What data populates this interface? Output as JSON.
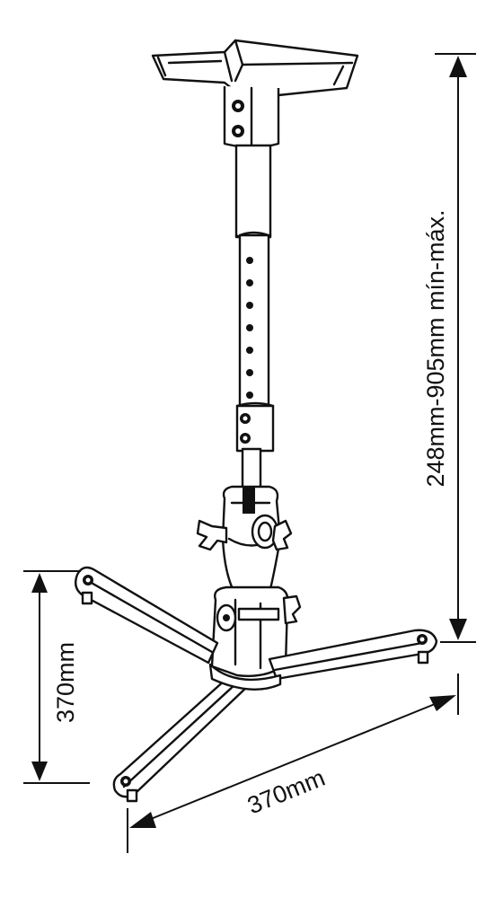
{
  "dimensions": {
    "height_range": "248mm-905mm mín-máx.",
    "base_depth": "370mm",
    "base_width": "370mm"
  },
  "colors": {
    "line": "#111111",
    "background": "#ffffff"
  }
}
